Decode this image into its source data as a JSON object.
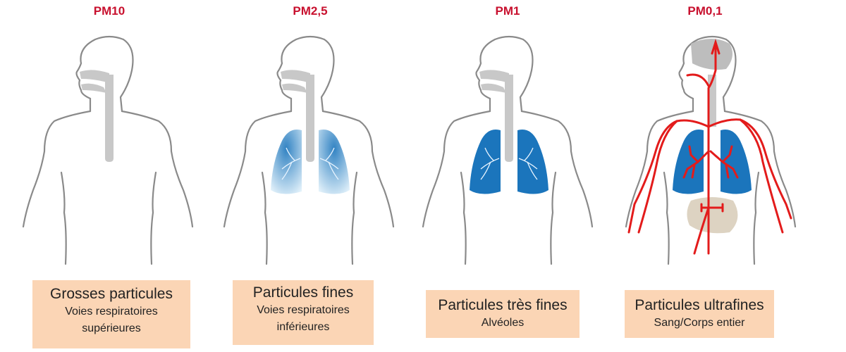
{
  "panels": [
    {
      "title": "PM10",
      "label": "Grosses particules",
      "sub1": "Voies respiratoires",
      "sub2": "supérieures"
    },
    {
      "title": "PM2,5",
      "label": "Particules fines",
      "sub1": "Voies respiratoires",
      "sub2": "inférieures"
    },
    {
      "title": "PM1",
      "label": "Particules très fines",
      "sub1": "Alvéoles",
      "sub2": ""
    },
    {
      "title": "PM0,1",
      "label": "Particules ultrafines",
      "sub1": "Sang/Corps entier",
      "sub2": ""
    }
  ],
  "colors": {
    "title": "#c8102e",
    "box": "#fbd5b5",
    "lung": "#1b75bc",
    "blood": "#e31b1b",
    "airway": "#c8c8c8"
  }
}
